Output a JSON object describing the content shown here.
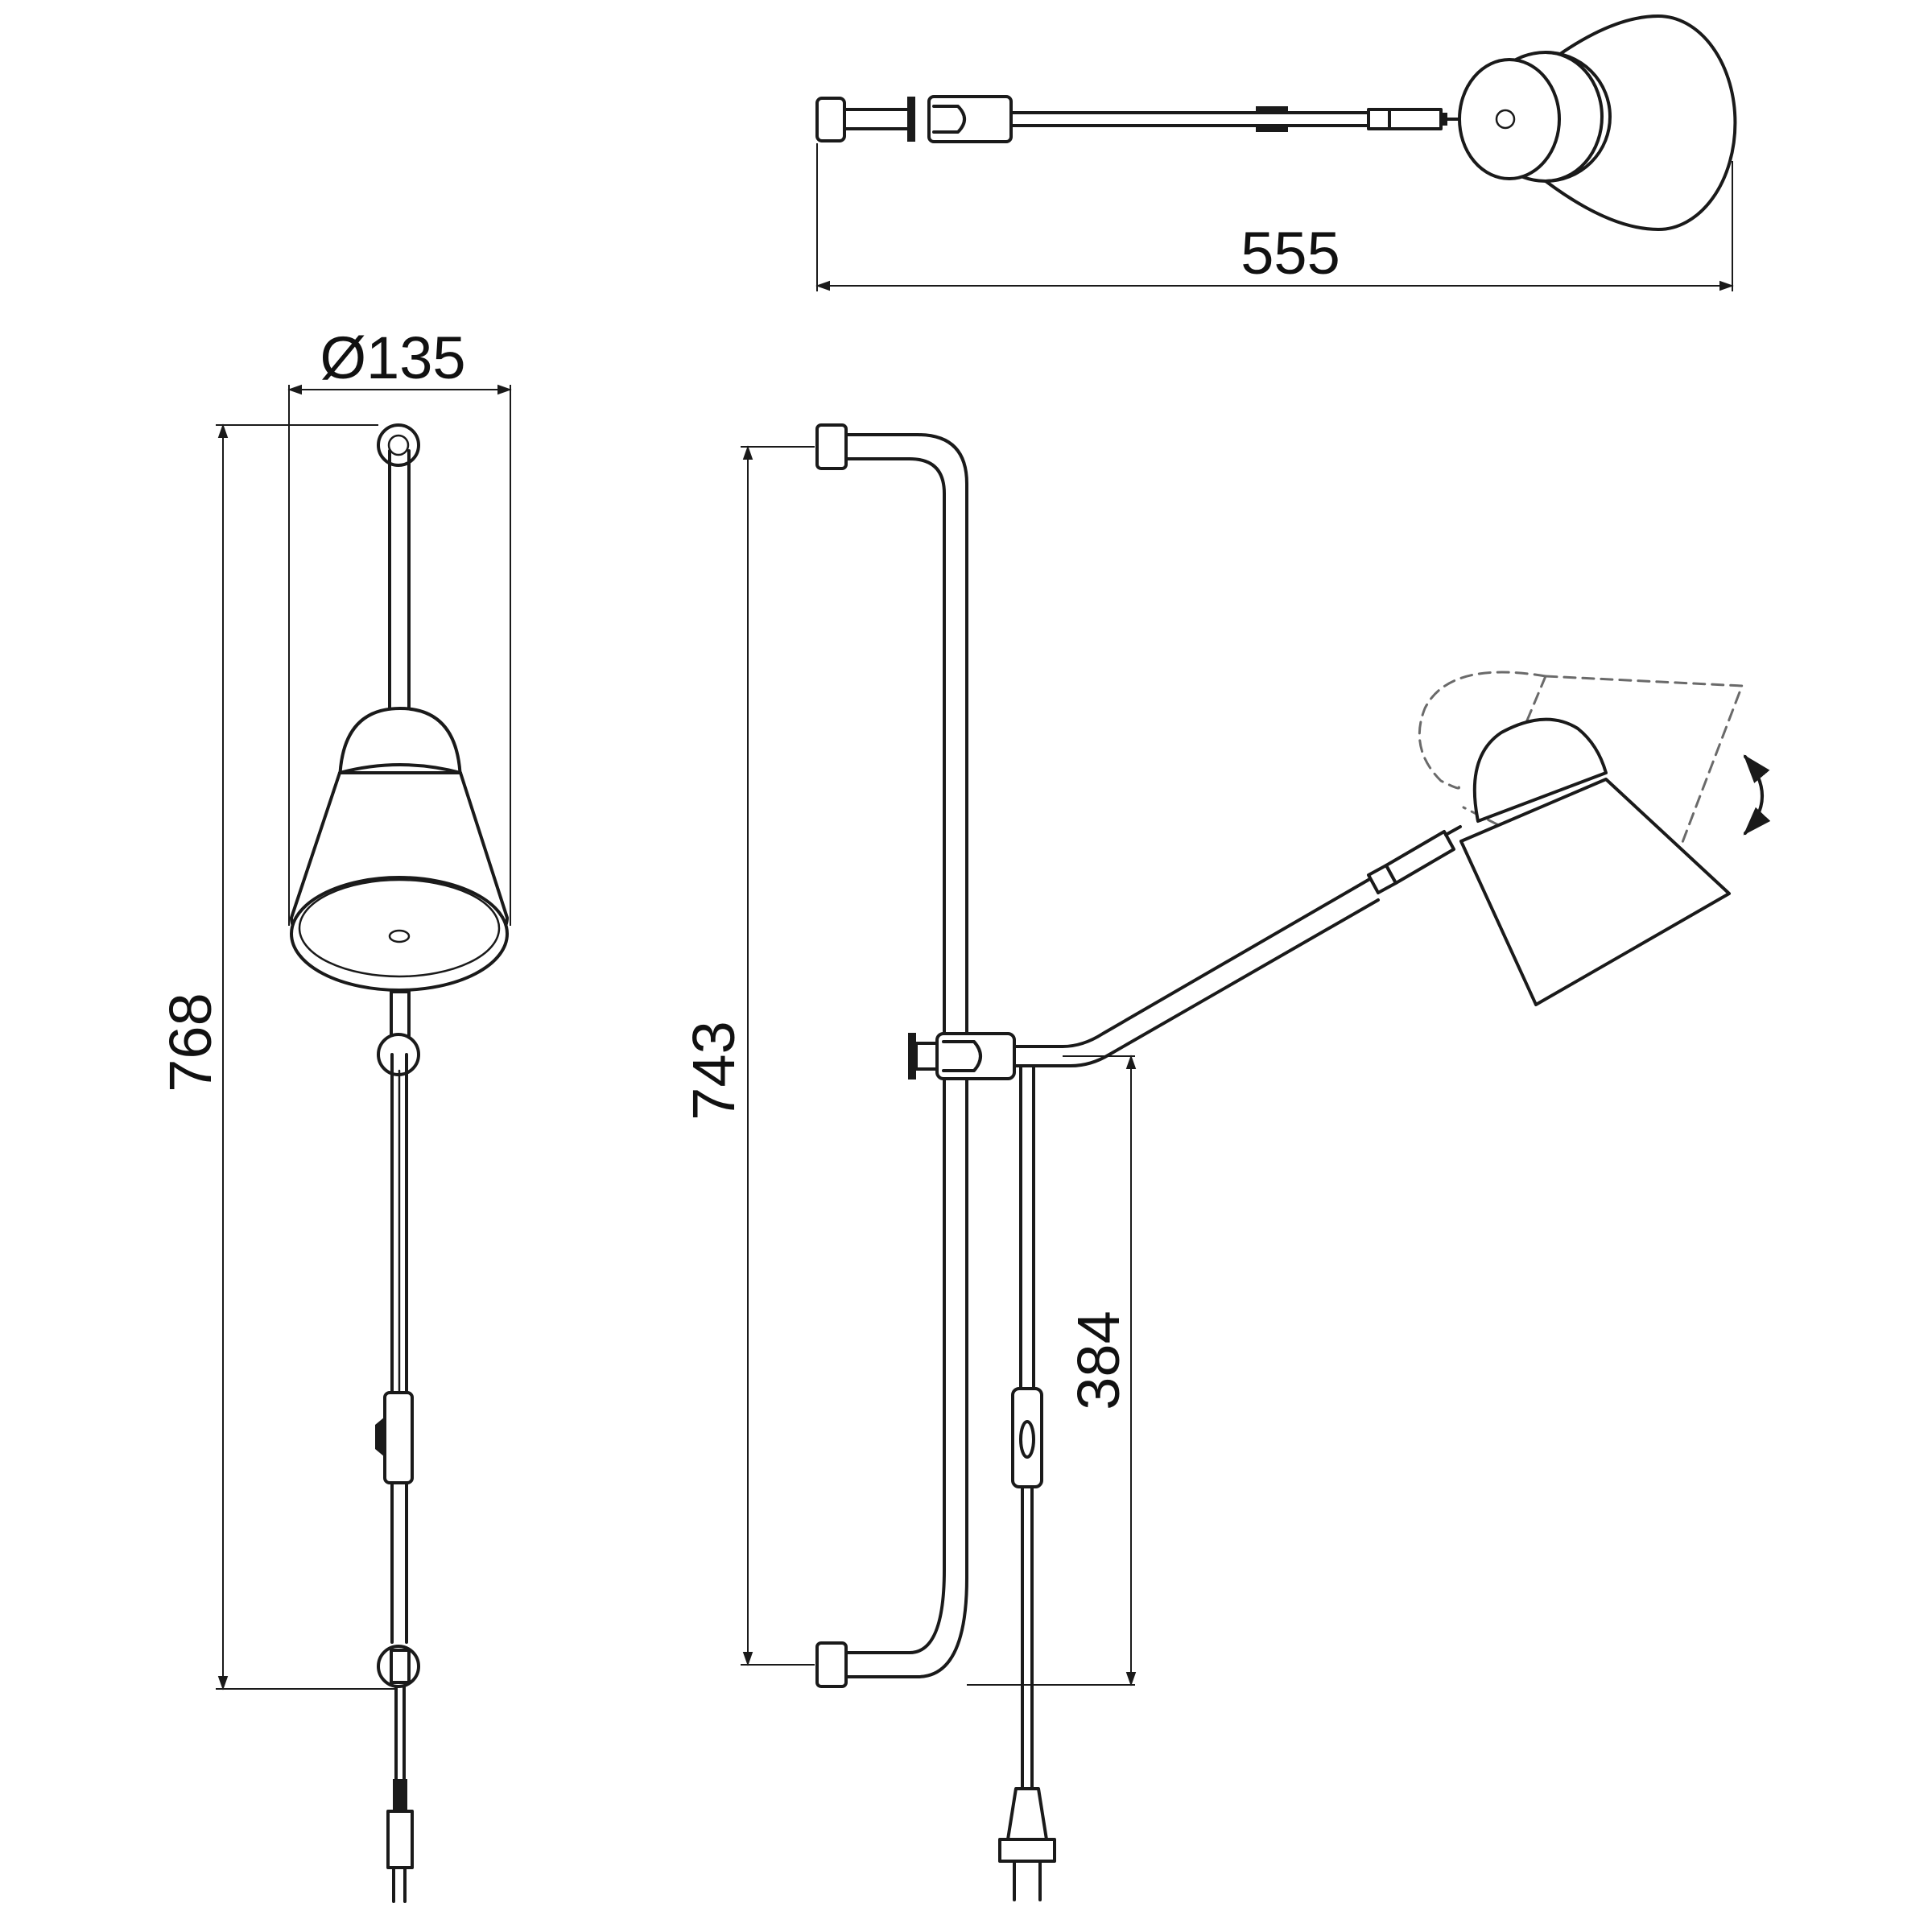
{
  "dimensions": {
    "total_width": "555",
    "shade_diameter": "Ø135",
    "total_height": "768",
    "bracket_height": "743",
    "arm_mount_height": "384"
  },
  "views": [
    "top-view",
    "front-view",
    "side-view"
  ]
}
